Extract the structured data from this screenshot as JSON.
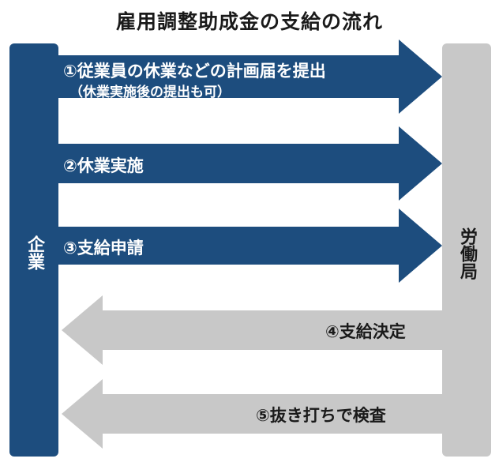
{
  "title": "雇用調整助成金の支給の流れ",
  "left_entity": "企業",
  "right_entity": "労働局",
  "steps": [
    {
      "label": "①従業員の休業などの計画届を提出",
      "sublabel": "（休業実施後の提出も可）"
    },
    {
      "label": "②休業実施"
    },
    {
      "label": "③支給申請"
    },
    {
      "label": "④支給決定"
    },
    {
      "label": "⑤抜き打ちで検査"
    }
  ],
  "colors": {
    "company": "#1d4d7e",
    "labor_bureau": "#c8c8c8",
    "forward_arrow": "#1d4d7e",
    "return_arrow": "#c8c8c8"
  }
}
